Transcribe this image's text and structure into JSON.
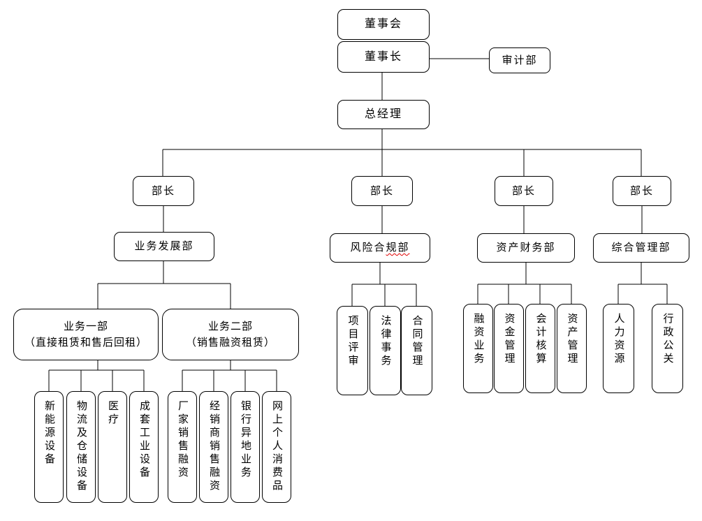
{
  "org": {
    "board": "董事会",
    "chairman": "董事长",
    "audit": "审计部",
    "general_manager": "总经理",
    "minister": "部长",
    "departments": {
      "business_dev": "业务发展部",
      "risk_main": "风险合",
      "risk_misspelled": "规部",
      "asset_finance": "资产财务部",
      "general_admin": "综合管理部"
    },
    "divisions": {
      "div1_title": "业务一部",
      "div1_subtitle": "（直接租赁和售后回租）",
      "div2_title": "业务二部",
      "div2_subtitle": "（销售融资租赁）"
    },
    "leaves": {
      "div1": [
        "新能源设备",
        "物流及仓储设备",
        "医疗",
        "成套工业设备"
      ],
      "div2": [
        "厂家销售融资",
        "经销商销售融资",
        "银行异地业务",
        "网上个人消费品"
      ],
      "risk": [
        "项目评审",
        "法律事务",
        "合同管理"
      ],
      "asset": [
        "融资业务",
        "资金管理",
        "会计核算",
        "资产管理"
      ],
      "general": [
        "人力资源",
        "行政公关"
      ]
    },
    "colors": {
      "node_border": "#000000",
      "connector": "#000000",
      "background": "#ffffff",
      "misspell_underline": "#e00000"
    }
  }
}
